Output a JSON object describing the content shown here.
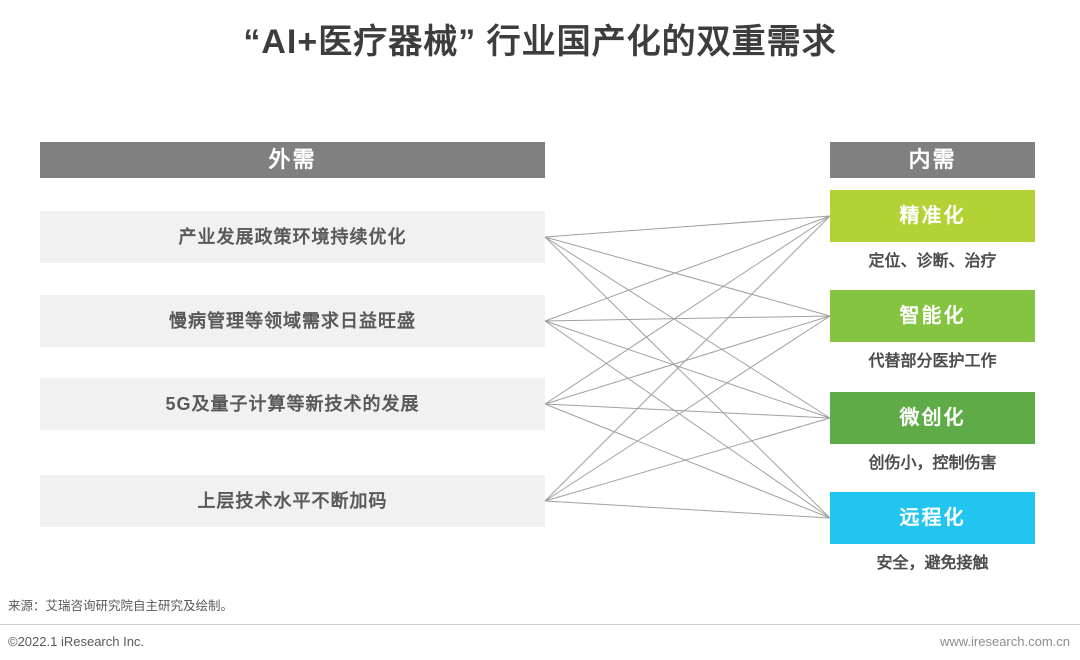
{
  "title": "“AI+医疗器械” 行业国产化的双重需求",
  "colors": {
    "header_bar": "#808080",
    "left_item_bg": "#f1f1f1",
    "line": "#a0a0a0"
  },
  "left_column": {
    "header": "外需",
    "items": [
      {
        "label": "产业发展政策环境持续优化"
      },
      {
        "label": "慢病管理等领域需求日益旺盛"
      },
      {
        "label": "5G及量子计算等新技术的发展"
      },
      {
        "label": "上层技术水平不断加码"
      }
    ]
  },
  "right_column": {
    "header": "内需",
    "items": [
      {
        "label": "精准化",
        "caption": "定位、诊断、治疗",
        "color": "#b2d235"
      },
      {
        "label": "智能化",
        "caption": "代替部分医护工作",
        "color": "#85c440"
      },
      {
        "label": "微创化",
        "caption": "创伤小，控制伤害",
        "color": "#5fab47"
      },
      {
        "label": "远程化",
        "caption": "安全，避免接触",
        "color": "#22c4f0"
      }
    ]
  },
  "connections": "each left item connects to every right item (4×4 = 16 lines)",
  "footer": {
    "source": "来源：艾瑞咨询研究院自主研究及绘制。",
    "copyright": "©2022.1 iResearch Inc.",
    "website": "www.iresearch.com.cn"
  }
}
